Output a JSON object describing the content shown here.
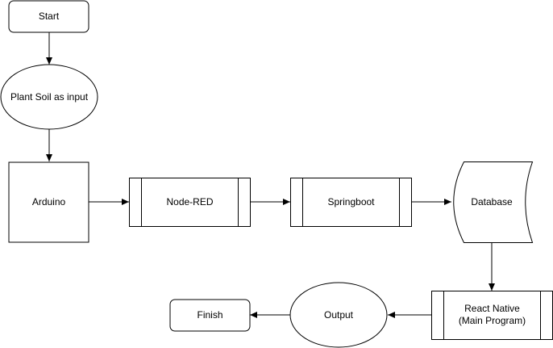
{
  "diagram": {
    "type": "flowchart",
    "nodes": {
      "start": {
        "label": "Start",
        "shape": "rounded-rectangle"
      },
      "plant_soil": {
        "label": "Plant Soil as input",
        "shape": "ellipse"
      },
      "arduino": {
        "label": "Arduino",
        "shape": "rectangle"
      },
      "node_red": {
        "label": "Node-RED",
        "shape": "predefined-process"
      },
      "springboot": {
        "label": "Springboot",
        "shape": "predefined-process"
      },
      "database": {
        "label": "Database",
        "shape": "stored-data"
      },
      "react_native": {
        "label": "React Native\n(Main Program)",
        "shape": "predefined-process"
      },
      "output": {
        "label": "Output",
        "shape": "ellipse"
      },
      "finish": {
        "label": "Finish",
        "shape": "rounded-rectangle"
      }
    },
    "edges": [
      {
        "from": "Start",
        "to": "Plant Soil as input"
      },
      {
        "from": "Plant Soil as input",
        "to": "Arduino"
      },
      {
        "from": "Arduino",
        "to": "Node-RED"
      },
      {
        "from": "Node-RED",
        "to": "Springboot"
      },
      {
        "from": "Springboot",
        "to": "Database"
      },
      {
        "from": "Database",
        "to": "React Native (Main Program)"
      },
      {
        "from": "React Native (Main Program)",
        "to": "Output"
      },
      {
        "from": "Output",
        "to": "Finish"
      }
    ],
    "colors": {
      "stroke": "#000000",
      "fill": "#ffffff",
      "text": "#000000"
    }
  }
}
